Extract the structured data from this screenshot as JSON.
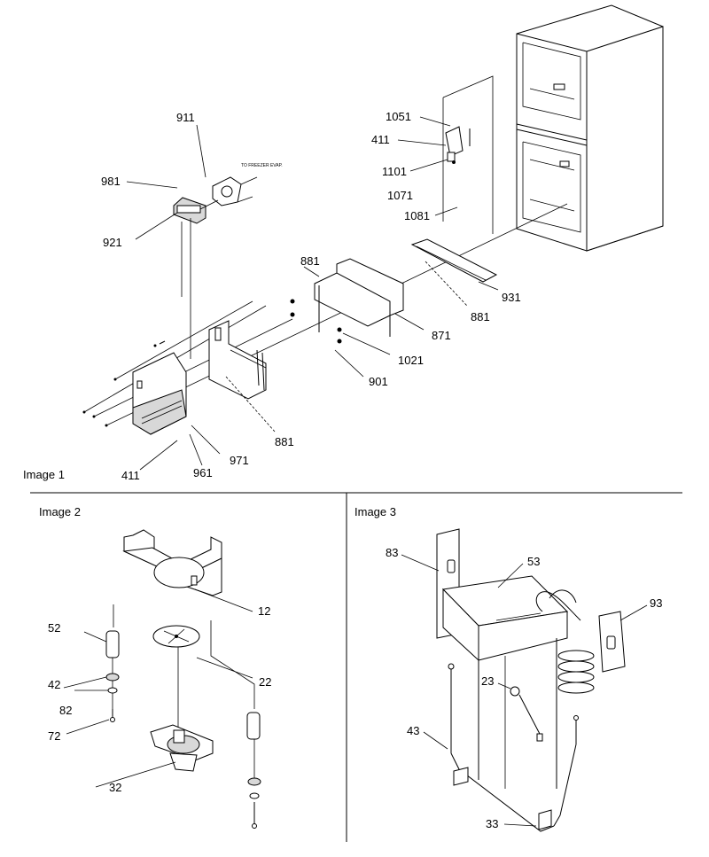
{
  "panels": {
    "image1": {
      "caption": "Image 1"
    },
    "image2": {
      "caption": "Image 2"
    },
    "image3": {
      "caption": "Image 3"
    }
  },
  "image1": {
    "note": "TO FREEZER EVAP.",
    "callouts": {
      "c911": "911",
      "c981": "981",
      "c921": "921",
      "c1051": "1051",
      "c411a": "411",
      "c1101": "1101",
      "c1071": "1071",
      "c1081": "1081",
      "c931": "931",
      "c881a": "881",
      "c881b": "881",
      "c871": "871",
      "c1021": "1021",
      "c901": "901",
      "c881c": "881",
      "c971": "971",
      "c961": "961",
      "c411b": "411"
    }
  },
  "image2": {
    "callouts": {
      "c12": "12",
      "c52": "52",
      "c22": "22",
      "c42": "42",
      "c82": "82",
      "c72": "72",
      "c32": "32"
    }
  },
  "image3": {
    "callouts": {
      "c83": "83",
      "c53": "53",
      "c93": "93",
      "c23": "23",
      "c43": "43",
      "c33": "33"
    }
  }
}
